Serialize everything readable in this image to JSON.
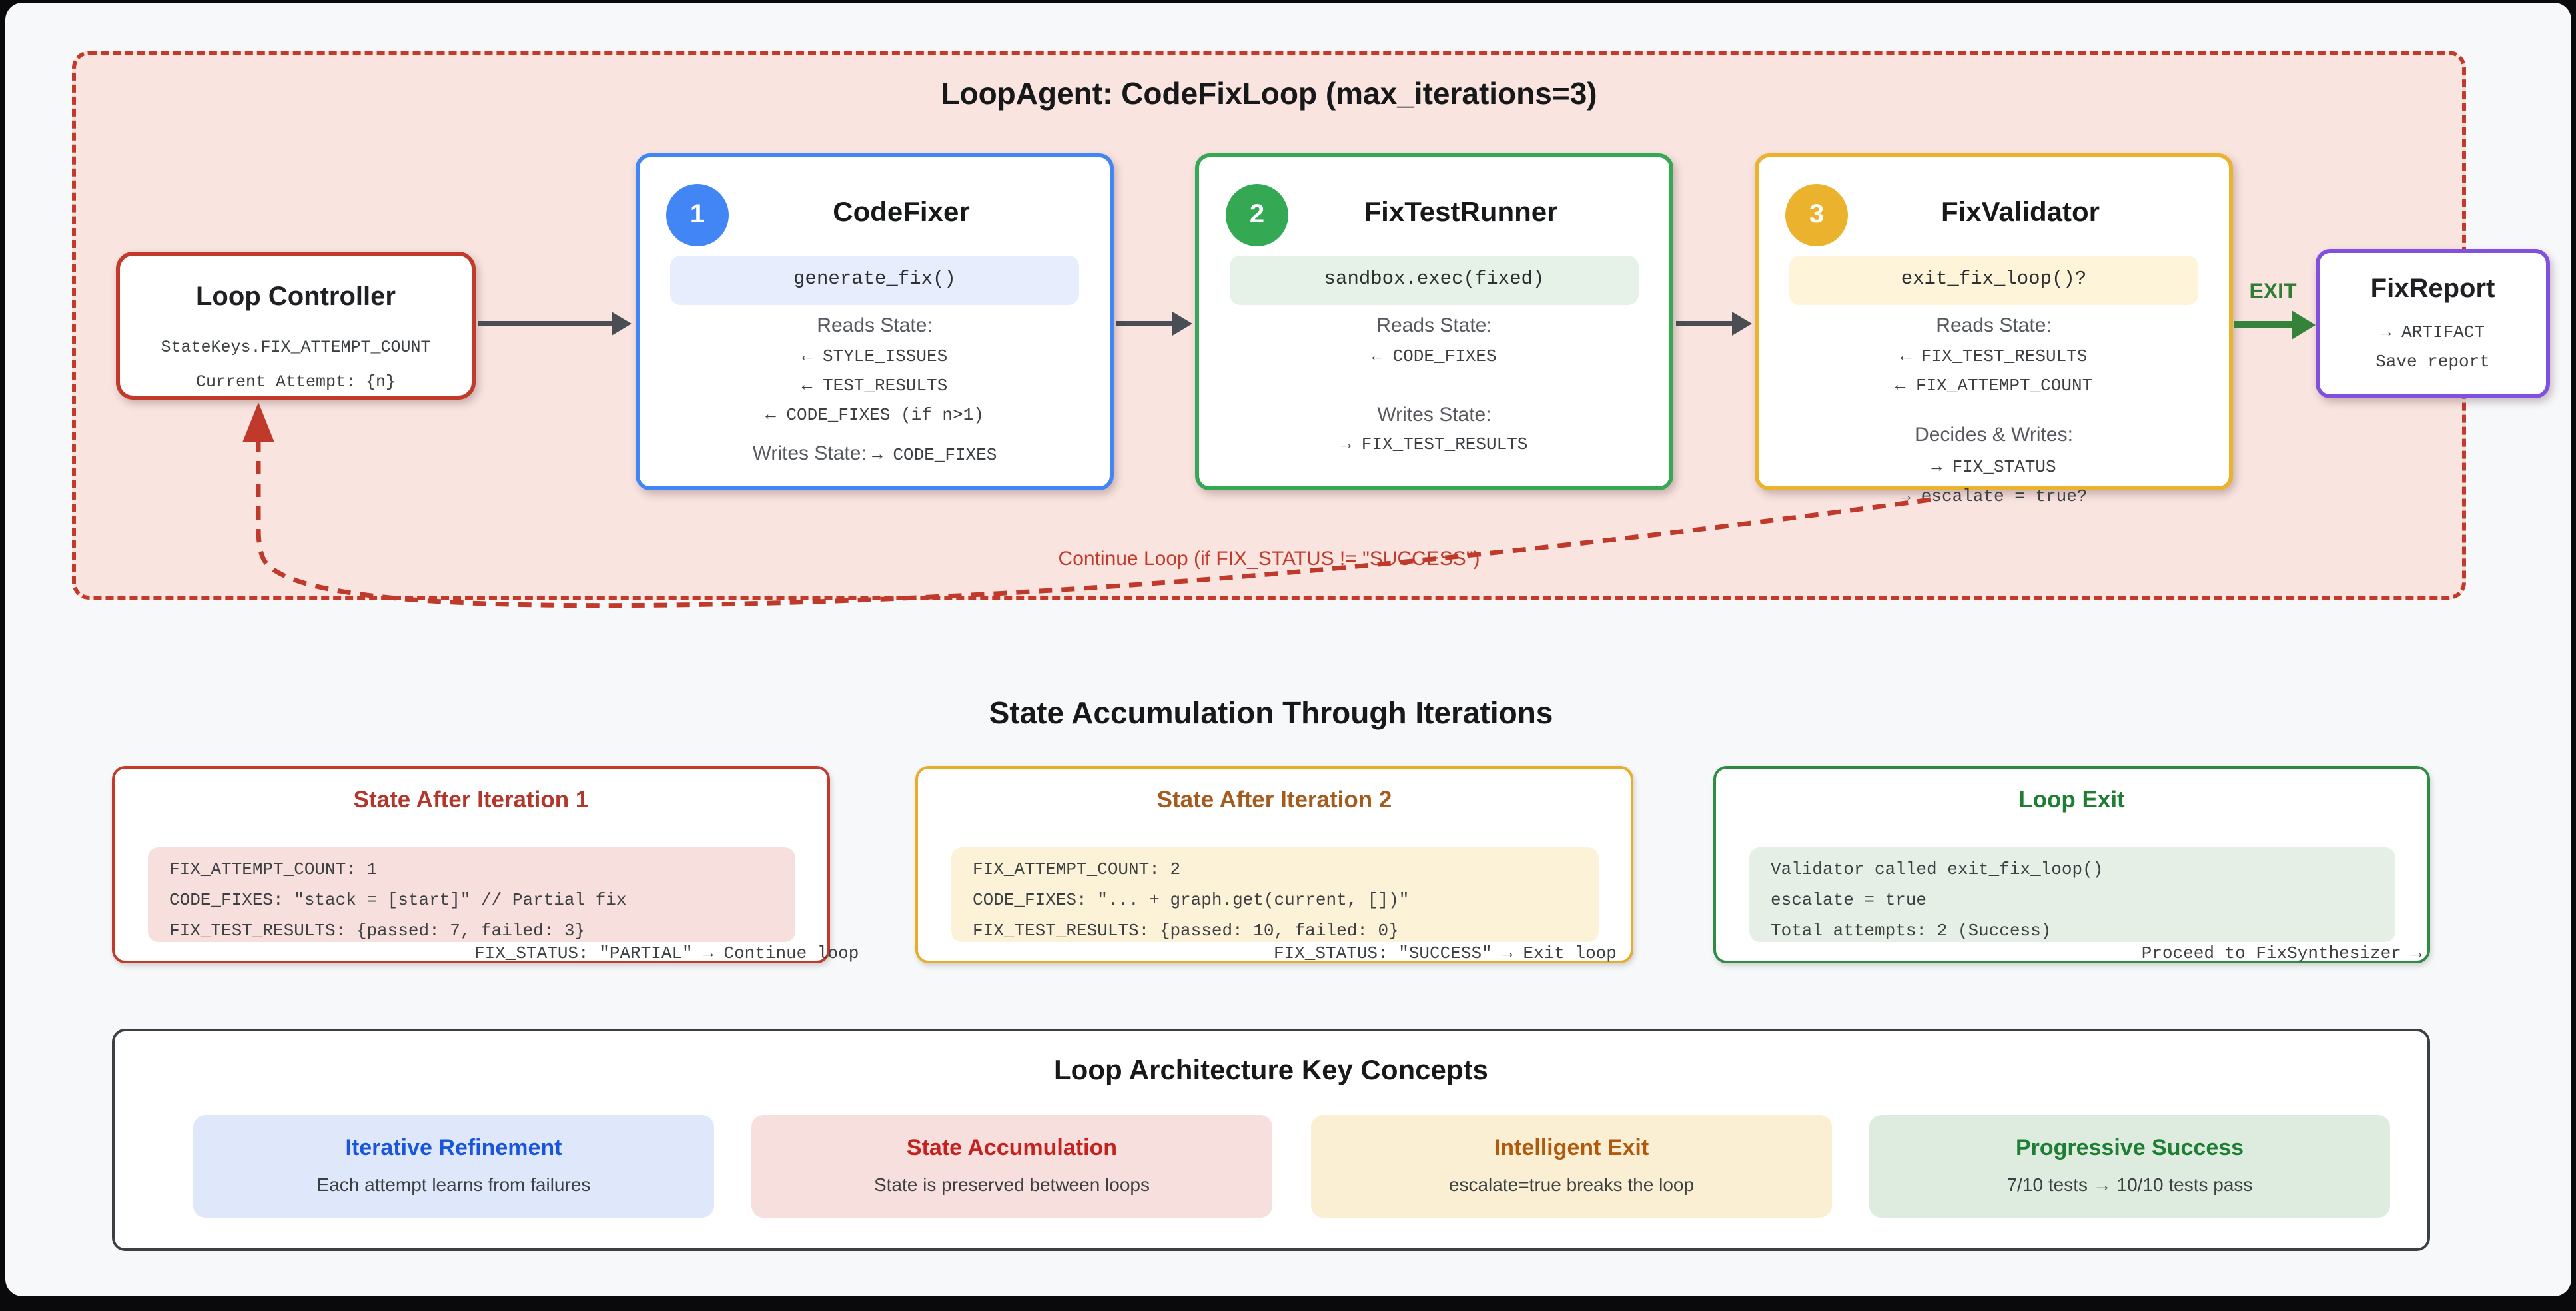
{
  "loop": {
    "title": "LoopAgent: CodeFixLoop (max_iterations=3)",
    "controller": {
      "title": "Loop Controller",
      "lines": [
        "StateKeys.FIX_ATTEMPT_COUNT",
        "Current Attempt: {n}"
      ]
    },
    "agents": [
      {
        "badge": "1",
        "title": "CodeFixer",
        "code": "generate_fix()",
        "reads_heading": "Reads State:",
        "reads": [
          "← STYLE_ISSUES",
          "← TEST_RESULTS",
          "← CODE_FIXES (if n>1)"
        ],
        "writes_label": "Writes State:",
        "writes_code": "→ CODE_FIXES"
      },
      {
        "badge": "2",
        "title": "FixTestRunner",
        "code": "sandbox.exec(fixed)",
        "reads_heading": "Reads State:",
        "reads": [
          "← CODE_FIXES"
        ],
        "writes_heading": "Writes State:",
        "writes": [
          "→ FIX_TEST_RESULTS"
        ]
      },
      {
        "badge": "3",
        "title": "FixValidator",
        "code": "exit_fix_loop()?",
        "reads_heading": "Reads State:",
        "reads": [
          "← FIX_TEST_RESULTS",
          "← FIX_ATTEMPT_COUNT"
        ],
        "writes_heading": "Decides & Writes:",
        "writes": [
          "→ FIX_STATUS",
          "→ escalate = true?"
        ]
      }
    ],
    "exit_label": "EXIT",
    "fix_report": {
      "title": "FixReport",
      "lines": [
        "→ ARTIFACT",
        "Save report"
      ]
    },
    "continue_label": "Continue Loop (if FIX_STATUS != \"SUCCESS\")"
  },
  "state": {
    "title": "State Accumulation Through Iterations",
    "boxes": [
      {
        "title": "State After Iteration 1",
        "code_lines": [
          "FIX_ATTEMPT_COUNT: 1",
          "CODE_FIXES: \"stack = [start]\" // Partial fix",
          "FIX_TEST_RESULTS: {passed: 7, failed: 3}"
        ],
        "status": "FIX_STATUS: \"PARTIAL\" → Continue loop"
      },
      {
        "title": "State After Iteration 2",
        "code_lines": [
          "FIX_ATTEMPT_COUNT: 2",
          "CODE_FIXES: \"... + graph.get(current, [])\"",
          "FIX_TEST_RESULTS: {passed: 10, failed: 0}"
        ],
        "status": "FIX_STATUS: \"SUCCESS\" → Exit loop"
      },
      {
        "title": "Loop Exit",
        "code_lines": [
          "Validator called exit_fix_loop()",
          "escalate = true",
          "Total attempts: 2 (Success)"
        ],
        "status": "Proceed to FixSynthesizer →"
      }
    ]
  },
  "concepts": {
    "title": "Loop Architecture Key Concepts",
    "cards": [
      {
        "title": "Iterative Refinement",
        "subtitle": "Each attempt learns from failures"
      },
      {
        "title": "State Accumulation",
        "subtitle": "State is preserved between loops"
      },
      {
        "title": "Intelligent Exit",
        "subtitle": "escalate=true breaks the loop"
      },
      {
        "title": "Progressive Success",
        "subtitle": "7/10 tests → 10/10 tests pass"
      }
    ]
  },
  "colors": {
    "loop_bg": "#f9e4e0",
    "loop_border": "#c23b2a",
    "blue": "#4285f4",
    "green": "#34a853",
    "amber": "#eab22d",
    "purple": "#8250df",
    "exit_green": "#2e7d32",
    "arrow_gray": "#4a4e54"
  }
}
